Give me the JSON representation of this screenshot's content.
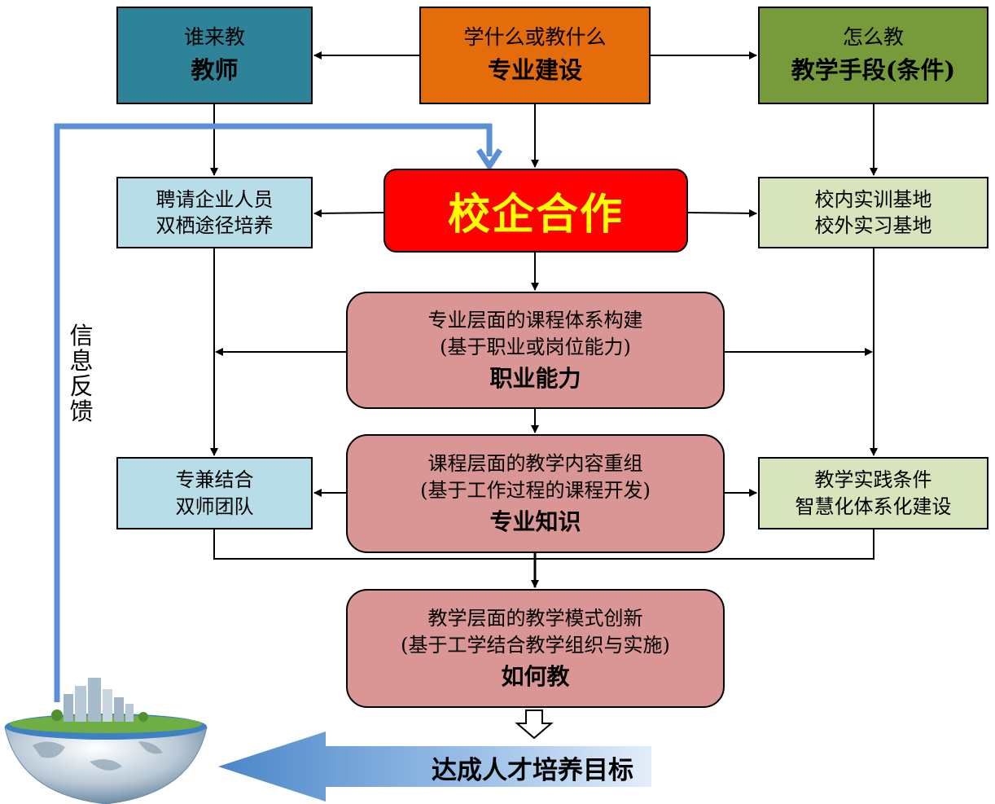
{
  "top": {
    "who": {
      "question": "谁来教",
      "answer": "教师"
    },
    "what": {
      "question": "学什么或教什么",
      "answer": "专业建设"
    },
    "how": {
      "question": "怎么教",
      "answer": "教学手段(条件)"
    }
  },
  "middle": {
    "left": {
      "line1": "聘请企业人员",
      "line2": "双栖途径培养"
    },
    "center": "校企合作",
    "right": {
      "line1": "校内实训基地",
      "line2": "校外实习基地"
    }
  },
  "levels": [
    {
      "line1": "专业层面的课程体系构建",
      "line2": "(基于职业或岗位能力)",
      "key": "职业能力"
    },
    {
      "line1": "课程层面的教学内容重组",
      "line2": "(基于工作过程的课程开发)",
      "key": "专业知识"
    },
    {
      "line1": "教学层面的教学模式创新",
      "line2": "(基于工学结合教学组织与实施)",
      "key": "如何教"
    }
  ],
  "bottom": {
    "left": {
      "line1": "专兼结合",
      "line2": "双师团队"
    },
    "right": {
      "line1": "教学实践条件",
      "line2": "智慧化体系化建设"
    }
  },
  "feedback_label": "信息反馈",
  "goal_label": "达成人才培养目标",
  "colors": {
    "teal": "#2f8399",
    "orange": "#e46c0a",
    "olive": "#779a3b",
    "light_blue": "#b7dde8",
    "light_green": "#d7e4bc",
    "rose": "#d99694",
    "red": "#ff0000",
    "yellow_text": "#ffff00",
    "feedback_blue": "#5b8fd6"
  },
  "icons": {
    "globe": "floating-city-globe-icon",
    "hollow_arrow": "hollow-down-arrow-icon"
  }
}
